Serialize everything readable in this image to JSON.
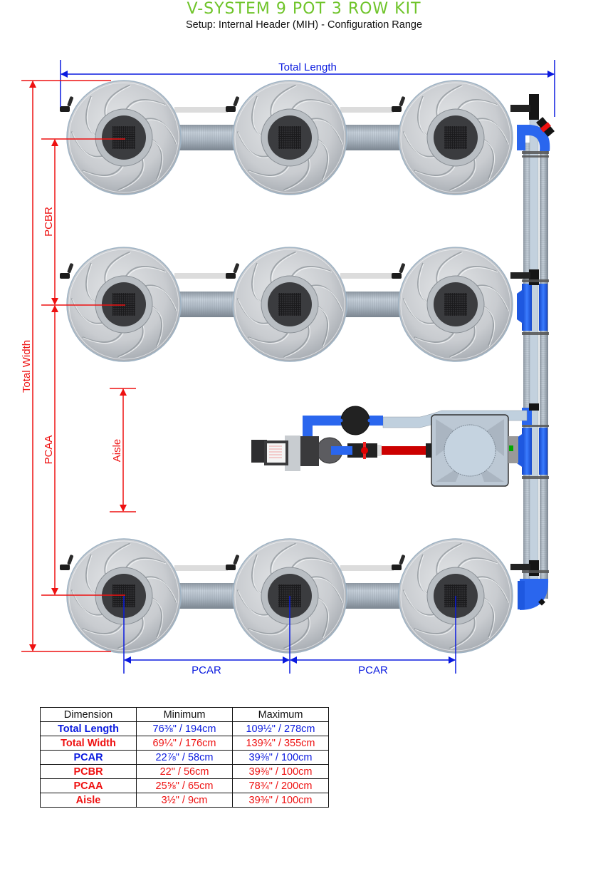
{
  "header": {
    "title": "V-SYSTEM 9 POT 3 ROW KIT",
    "subtitle": "Setup: Internal Header (MIH) - Configuration Range"
  },
  "colors": {
    "title_green": "#6fc42a",
    "dimension_blue": "#0a1adf",
    "dimension_red": "#ee1111",
    "pipe_blue": "#1f5fe0",
    "feed_red": "#cc0000"
  },
  "diagram": {
    "labels": {
      "total_length": "Total Length",
      "total_width": "Total Width",
      "pcbr": "PCBR",
      "pcaa": "PCAA",
      "aisle": "Aisle",
      "pcar_left": "PCAR",
      "pcar_right": "PCAR"
    },
    "pot_count": 9,
    "rows": 3,
    "pots_per_row": 3
  },
  "table": {
    "headers": [
      "Dimension",
      "Minimum",
      "Maximum"
    ],
    "rows": [
      {
        "name": "Total Length",
        "min": "76⅜\" / 194cm",
        "max": "109½\" / 278cm",
        "color": "#0a1adf"
      },
      {
        "name": "Total Width",
        "min": "69¼\" / 176cm",
        "max": "139¾\" / 355cm",
        "color": "#ee1111"
      },
      {
        "name": "PCAR",
        "min": "22⅞\" / 58cm",
        "max": "39⅜\" / 100cm",
        "color": "#0a1adf"
      },
      {
        "name": "PCBR",
        "min": "22\" / 56cm",
        "max": "39⅜\" / 100cm",
        "color": "#ee1111"
      },
      {
        "name": "PCAA",
        "min": "25⅝\" / 65cm",
        "max": "78¾\" / 200cm",
        "color": "#ee1111"
      },
      {
        "name": "Aisle",
        "min": "3½\" / 9cm",
        "max": "39⅜\" / 100cm",
        "color": "#ee1111"
      }
    ]
  }
}
